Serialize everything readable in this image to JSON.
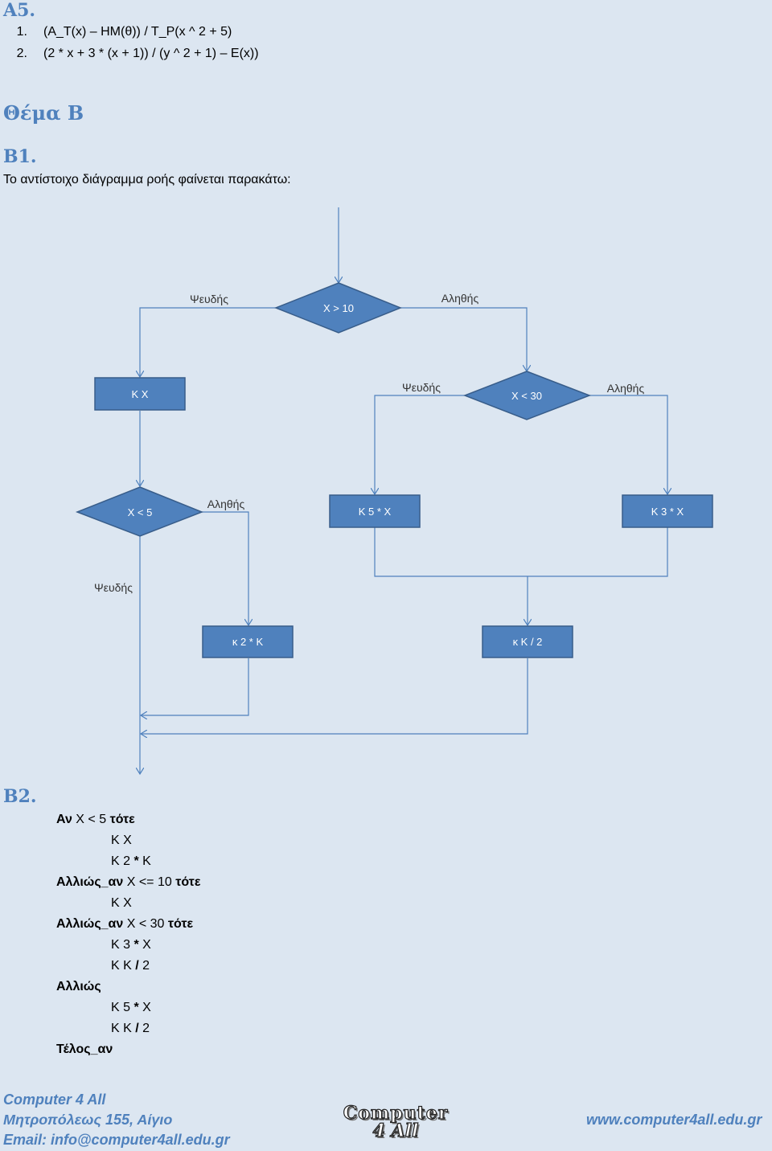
{
  "a5": {
    "heading": "Α5.",
    "items": [
      {
        "num": "1.",
        "text": "(A_T(x) – HM(θ)) / T_P(x ^ 2 + 5)"
      },
      {
        "num": "2.",
        "text": "(2 * x + 3 * (x + 1)) / (y ^ 2 + 1) – E(x))"
      }
    ]
  },
  "theme_b": {
    "title": "Θέμα Β",
    "b1_heading": "Β1.",
    "b1_intro": "Το αντίστοιχο διάγραμμα ροής φαίνεται παρακάτω:",
    "b2_heading": "Β2."
  },
  "flowchart": {
    "colors": {
      "fill": "#4f81bd",
      "stroke": "#385d8a",
      "edge": "#4f81bd"
    },
    "d1": "X > 10",
    "d2": "X < 30",
    "d3": "X < 5",
    "p1": "K  X",
    "p2": "K  5 * X",
    "p3": "K  3 * X",
    "p4": "κ  2 * K",
    "p5": "κ  K / 2",
    "d1_false": "Ψευδής",
    "d1_true": "Αληθής",
    "d2_false": "Ψευδής",
    "d2_true": "Αληθής",
    "d3_true": "Αληθής",
    "d3_false": "Ψευδής"
  },
  "pseudocode": [
    {
      "indent": 0,
      "parts": [
        {
          "t": "Αν",
          "b": true
        },
        {
          "t": " X < 5 ",
          "b": false
        },
        {
          "t": "τότε",
          "b": true
        }
      ]
    },
    {
      "indent": 1,
      "parts": [
        {
          "t": "K ",
          "b": false
        },
        {
          "t": "",
          "b": true
        },
        {
          "t": " X",
          "b": false
        }
      ]
    },
    {
      "indent": 1,
      "parts": [
        {
          "t": "K ",
          "b": false
        },
        {
          "t": "",
          "b": true
        },
        {
          "t": " 2 ",
          "b": false
        },
        {
          "t": "*",
          "b": true
        },
        {
          "t": " K",
          "b": false
        }
      ]
    },
    {
      "indent": 0,
      "parts": [
        {
          "t": "Αλλιώς_αν",
          "b": true
        },
        {
          "t": " X <= 10 ",
          "b": false
        },
        {
          "t": "τότε",
          "b": true
        }
      ]
    },
    {
      "indent": 1,
      "parts": [
        {
          "t": "K ",
          "b": false
        },
        {
          "t": "",
          "b": true
        },
        {
          "t": " X",
          "b": false
        }
      ]
    },
    {
      "indent": 0,
      "parts": [
        {
          "t": "Αλλιώς_αν",
          "b": true
        },
        {
          "t": " X < 30 ",
          "b": false
        },
        {
          "t": "τότε",
          "b": true
        }
      ]
    },
    {
      "indent": 1,
      "parts": [
        {
          "t": "K ",
          "b": false
        },
        {
          "t": "",
          "b": true
        },
        {
          "t": " 3 ",
          "b": false
        },
        {
          "t": "*",
          "b": true
        },
        {
          "t": " X",
          "b": false
        }
      ]
    },
    {
      "indent": 1,
      "parts": [
        {
          "t": "K ",
          "b": false
        },
        {
          "t": "",
          "b": true
        },
        {
          "t": " K ",
          "b": false
        },
        {
          "t": "/",
          "b": true
        },
        {
          "t": " 2",
          "b": false
        }
      ]
    },
    {
      "indent": 0,
      "parts": [
        {
          "t": "Αλλιώς",
          "b": true
        }
      ]
    },
    {
      "indent": 1,
      "parts": [
        {
          "t": "K ",
          "b": false
        },
        {
          "t": "",
          "b": true
        },
        {
          "t": " 5 ",
          "b": false
        },
        {
          "t": "*",
          "b": true
        },
        {
          "t": " X",
          "b": false
        }
      ]
    },
    {
      "indent": 1,
      "parts": [
        {
          "t": "K ",
          "b": false
        },
        {
          "t": "",
          "b": true
        },
        {
          "t": " K ",
          "b": false
        },
        {
          "t": "/",
          "b": true
        },
        {
          "t": " 2",
          "b": false
        }
      ]
    },
    {
      "indent": 0,
      "parts": [
        {
          "t": "Τέλος_αν",
          "b": true
        }
      ]
    }
  ],
  "footer": {
    "org": "Computer 4 All",
    "address": "Μητροπόλεως 155, Αίγιο",
    "email": "Email: info@computer4all.edu.gr",
    "logo_top": "Computer",
    "logo_bottom": "4 All",
    "website": "www.computer4all.edu.gr"
  }
}
